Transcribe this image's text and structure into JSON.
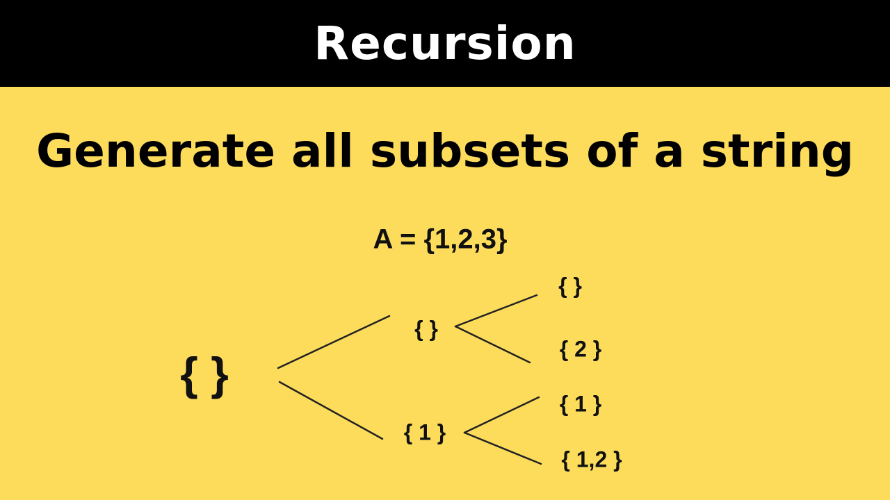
{
  "header": {
    "title": "Recursion"
  },
  "subtitle": "Generate all subsets of a string",
  "diagram": {
    "set_definition": "A = {1,2,3}",
    "root": "{ }",
    "level1": [
      "{ }",
      "{ 1 }"
    ],
    "level2": [
      "{ }",
      "{ 2 }",
      "{ 1 }",
      "{ 1,2 }"
    ]
  },
  "colors": {
    "background": "#FDDC5C",
    "header_bg": "#000000",
    "text": "#000000"
  }
}
